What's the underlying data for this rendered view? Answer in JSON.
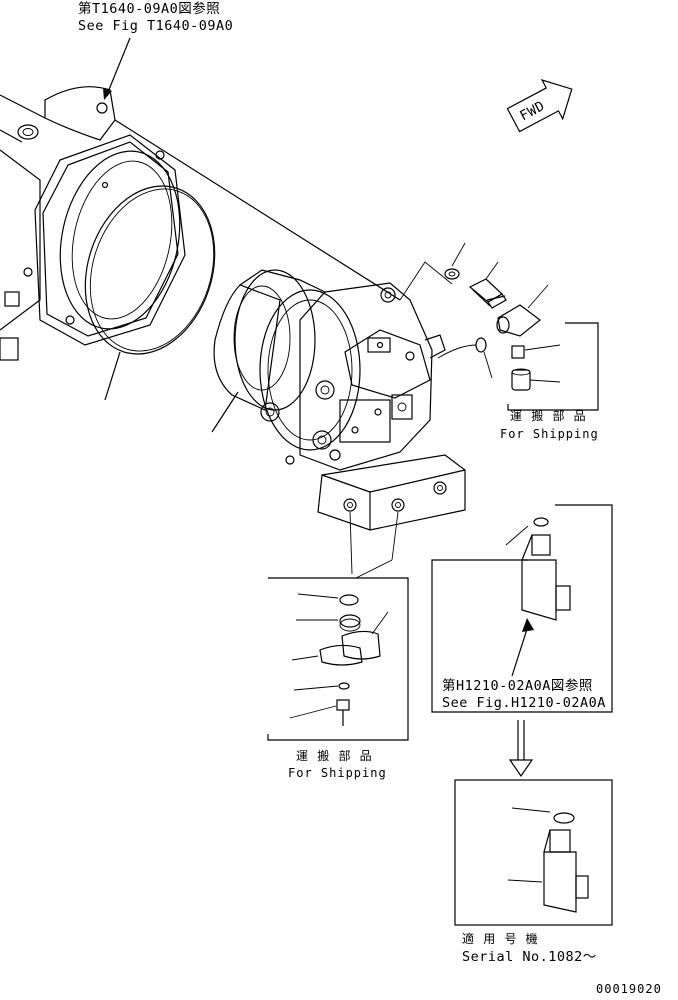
{
  "references": {
    "top_jp": "第T1640-09A0図参照",
    "top_en": "See Fig T1640-09A0",
    "right_jp": "第H1210-02A0A図参照",
    "right_en": "See Fig.H1210-02A0A"
  },
  "fwd_label": "FWD",
  "shipping_right": {
    "jp": "運 搬 部 品",
    "en": "For Shipping"
  },
  "shipping_bottom": {
    "jp": "運 搬 部 品",
    "en": "For Shipping"
  },
  "serial": {
    "jp": "適 用 号 機",
    "en": "Serial No.1082～"
  },
  "figure_code": "00019020"
}
